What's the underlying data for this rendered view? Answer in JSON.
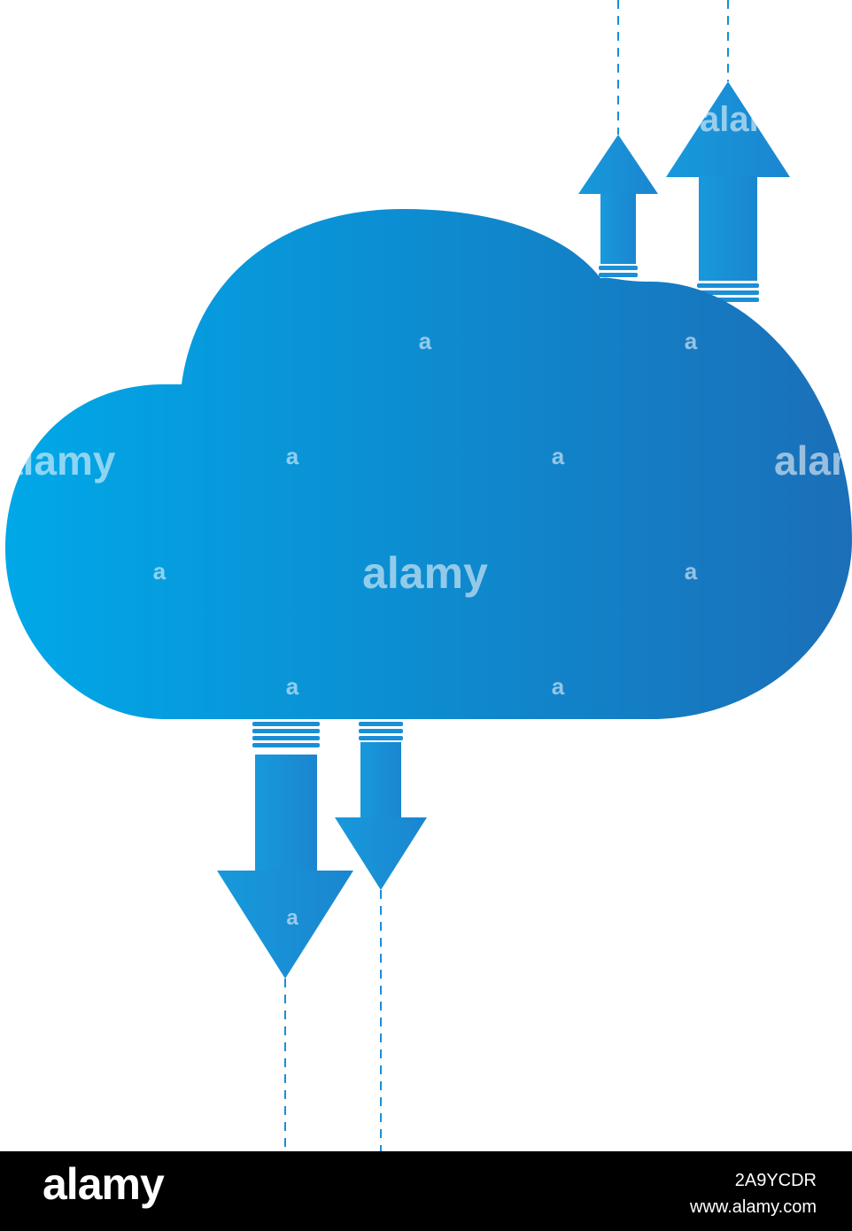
{
  "colors": {
    "cloud_start": "#00a8e8",
    "cloud_end": "#1b6fb8",
    "arrow": "#1a8fd8",
    "dash": "#1a8fd8",
    "footer_bg": "#000000",
    "footer_text": "#ffffff"
  },
  "icons": [
    "cloud-icon",
    "arrow-up-icon",
    "arrow-down-icon"
  ],
  "watermark": {
    "logo": "alamy",
    "small": "a"
  },
  "footer": {
    "logo": "alamy",
    "image_id": "2A9YCDR",
    "url": "www.alamy.com"
  }
}
